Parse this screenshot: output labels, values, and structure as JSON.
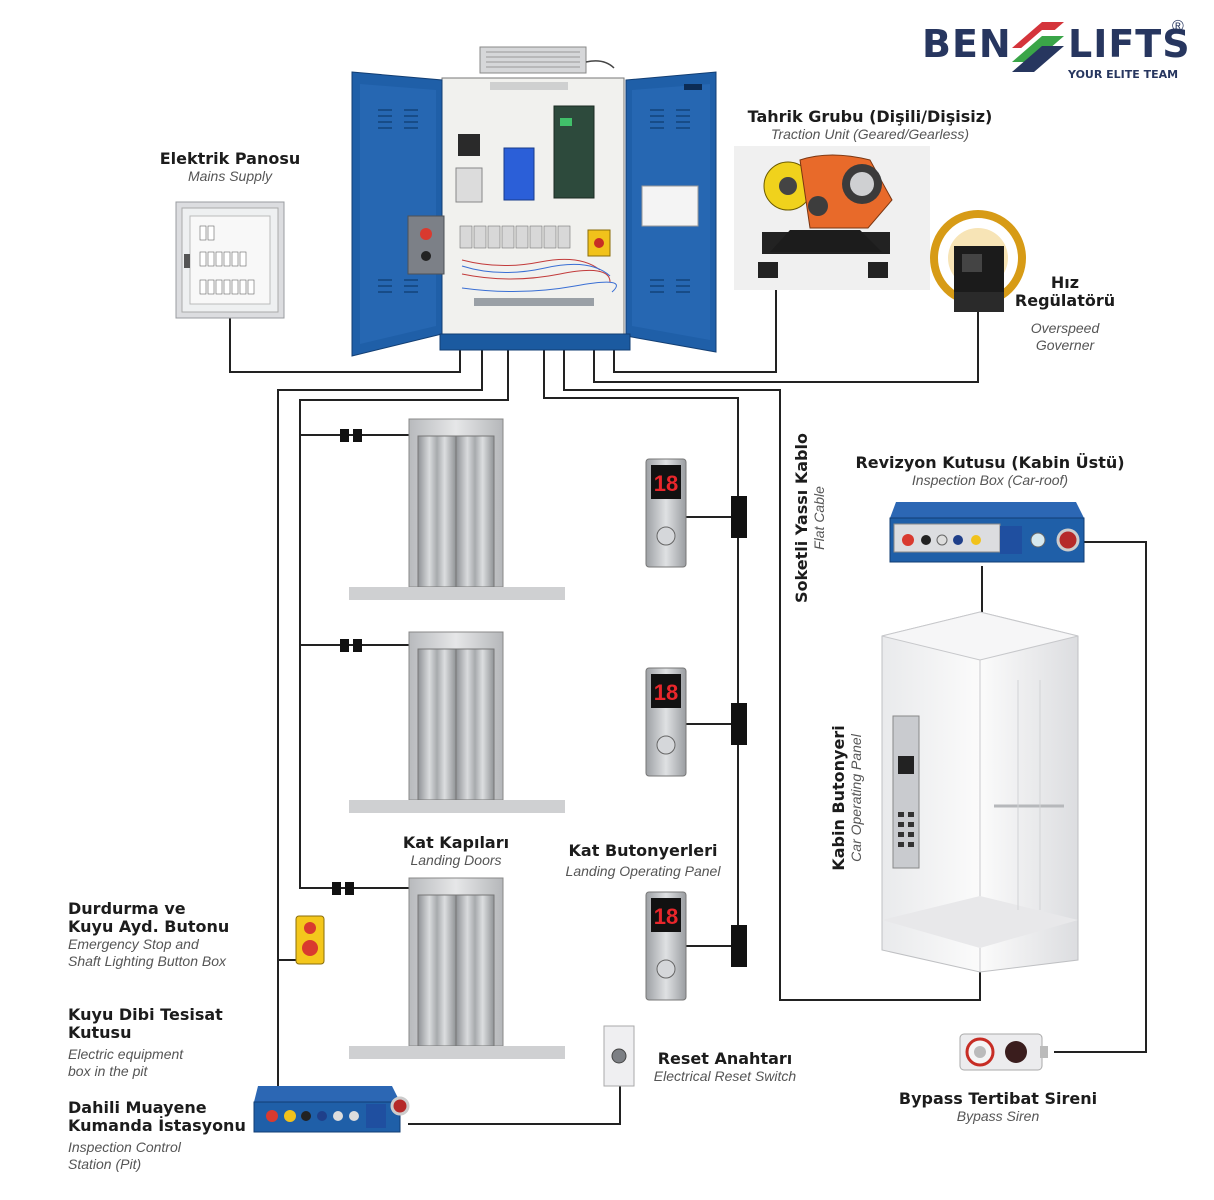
{
  "logo": {
    "left": "BEN",
    "right": "LIFTS",
    "registered": "®",
    "tagline": "YOUR ELITE TEAM"
  },
  "labels": {
    "mains": {
      "tr": "Elektrik Panosu",
      "en": "Mains Supply"
    },
    "traction": {
      "tr": "Tahrik Grubu (Dişili/Dişisiz)",
      "en": "Traction Unit (Geared/Gearless)"
    },
    "governor": {
      "tr1": "Hız",
      "tr2": "Regülatörü",
      "en1": "Overspeed",
      "en2": "Governer"
    },
    "flat_cable": {
      "tr": "Soketli Yassı Kablo",
      "en": "Flat Cable"
    },
    "inspection_box": {
      "tr": "Revizyon Kutusu (Kabin Üstü)",
      "en": "Inspection Box (Car-roof)"
    },
    "cop": {
      "tr": "Kabin Butonyeri",
      "en": "Car Operating Panel"
    },
    "landing_doors": {
      "tr": "Kat Kapıları",
      "en": "Landing Doors"
    },
    "landing_panel": {
      "tr": "Kat Butonyerleri",
      "en": "Landing Operating Panel"
    },
    "emergency_stop": {
      "tr1": "Durdurma ve",
      "tr2": "Kuyu Ayd. Butonu",
      "en1": "Emergency Stop and",
      "en2": "Shaft Lighting Button Box"
    },
    "pit_box": {
      "tr1": "Kuyu Dibi Tesisat",
      "tr2": "Kutusu",
      "en1": "Electric equipment",
      "en2": "box in the pit"
    },
    "pit_inspection": {
      "tr1": "Dahili Muayene",
      "tr2": "Kumanda İstasyonu",
      "en1": "Inspection Control",
      "en2": "Station (Pit)"
    },
    "reset": {
      "tr": "Reset Anahtarı",
      "en": "Electrical Reset Switch"
    },
    "bypass": {
      "tr": "Bypass Tertibat Sireni",
      "en": "Bypass Siren"
    }
  },
  "colors": {
    "cabinet_blue": "#1f5fa8",
    "logo_navy": "#27365f",
    "logo_red": "#d4343b",
    "logo_green": "#3aa548",
    "wire": "#222222"
  }
}
